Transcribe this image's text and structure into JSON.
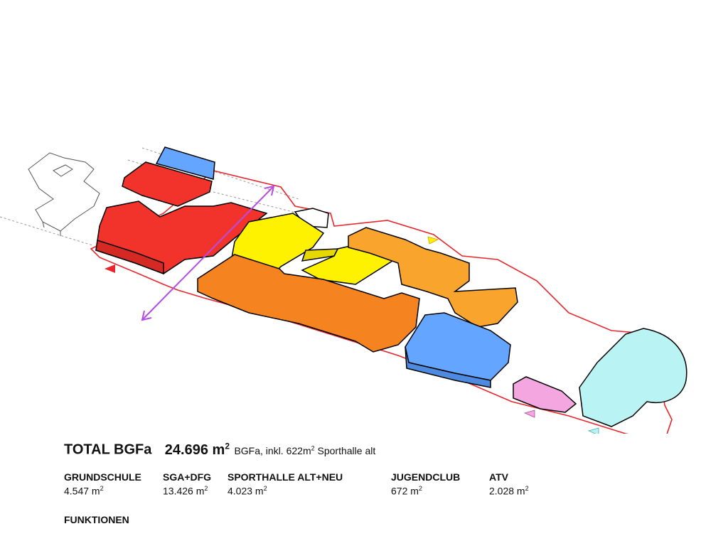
{
  "total": {
    "label": "TOTAL BGFa",
    "value": "24.696 m",
    "value_sup": "2",
    "note_a": "BGFa, inkl. 622m",
    "note_sup": "2",
    "note_b": " Sporthalle alt"
  },
  "categories": [
    {
      "name": "GRUNDSCHULE",
      "area": "4.547 m",
      "sup": "2",
      "color": "#f2332b"
    },
    {
      "name": "SGA+DFG",
      "area": "13.426 m",
      "sup": "2",
      "color": "#f5831f"
    },
    {
      "name": "SPORTHALLE ALT+NEU",
      "area": "4.023 m",
      "sup": "2",
      "color": "#fff200"
    },
    {
      "name": "JUGENDCLUB",
      "area": "672 m",
      "sup": "2",
      "color": "#f4a6e0"
    },
    {
      "name": "ATV",
      "area": "2.028 m",
      "sup": "2",
      "color": "#b9f3f3"
    }
  ],
  "section_heading": "FUNKTIONEN",
  "colors": {
    "red": "#f2332b",
    "orange": "#f5831f",
    "orange_light": "#f9a42d",
    "yellow": "#fff200",
    "blue": "#64a6ff",
    "pink": "#f4a6e0",
    "cyan": "#b9f3f3",
    "site_boundary": "#e8262c",
    "axis_arrow": "#b44ce6"
  }
}
